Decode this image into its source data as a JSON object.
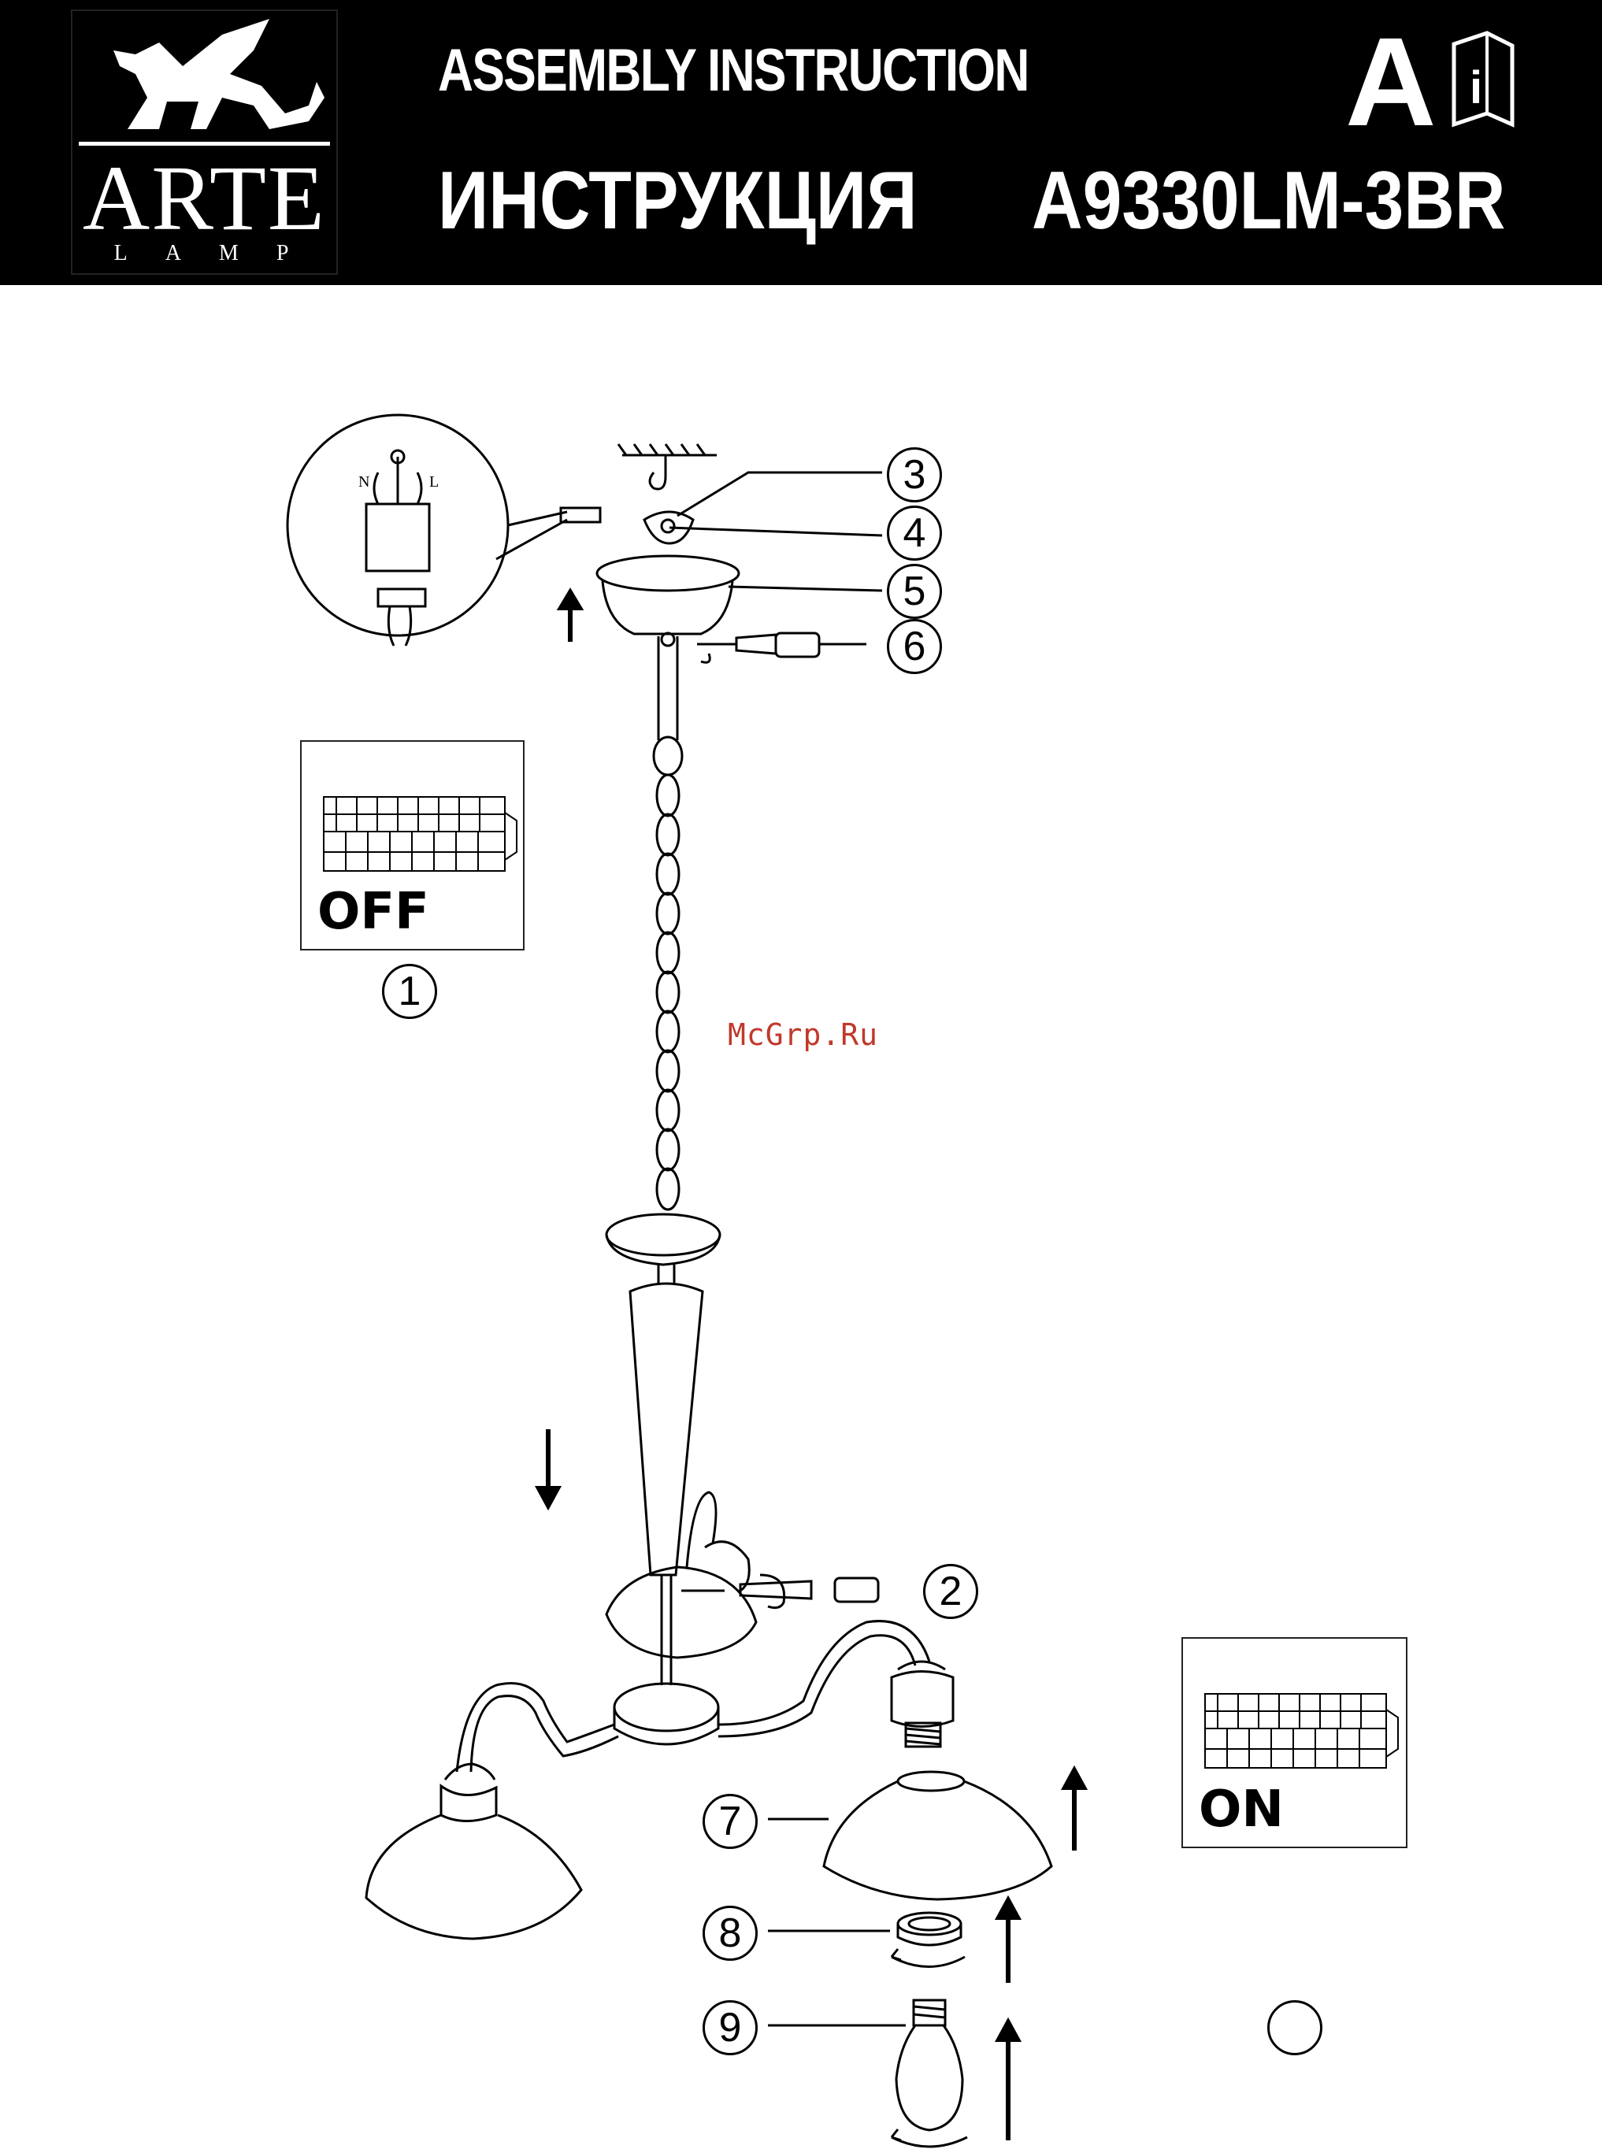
{
  "header": {
    "brand_top": "ARTE",
    "brand_bottom": "LAMP",
    "title_en": "ASSEMBLY INSTRUCTION",
    "title_ru": "ИНСТРУКЦИЯ",
    "model": "A9330LM-3BR",
    "section_letter": "A",
    "info_icon": "info-manual-icon",
    "info_glyph": "i"
  },
  "panels": {
    "off_label": "OFF",
    "on_label": "ON"
  },
  "callouts": {
    "n1": "1",
    "n2": "2",
    "n3": "3",
    "n4": "4",
    "n5": "5",
    "n6": "6",
    "n7": "7",
    "n8": "8",
    "n9": "9"
  },
  "wiring": {
    "n_label": "N",
    "l_label": "L"
  },
  "watermark": "McGrp.Ru",
  "colors": {
    "header_bg": "#000000",
    "ink": "#000000",
    "watermark": "#c0392b"
  }
}
